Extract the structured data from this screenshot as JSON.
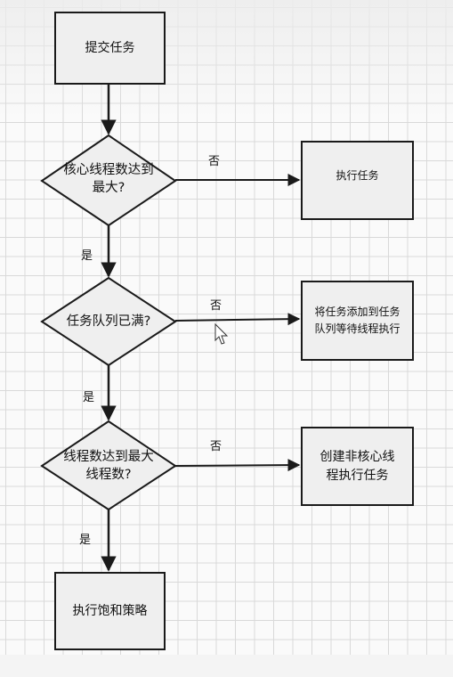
{
  "nodes": {
    "submit": "提交任务",
    "q_core": "核心线程数达到最大?",
    "q_core_line1": "核心线程数达到",
    "q_core_line2": "最大?",
    "run_task": "执行任务",
    "q_queue": "任务队列已满?",
    "enqueue": "将任务添加到任务队列等待线程执行",
    "enqueue_line1": "将任务添加到任务",
    "enqueue_line2": "队列等待线程执行",
    "q_max": "线程数达到最大线程数?",
    "q_max_line1": "线程数达到最大",
    "q_max_line2": "线程数?",
    "create_thread": "创建非核心线程执行任务",
    "create_line1": "创建非核心线",
    "create_line2": "程执行任务",
    "reject": "执行饱和策略"
  },
  "edge_labels": {
    "no_1": "否",
    "no_2": "否",
    "no_3": "否",
    "yes_1": "是",
    "yes_2": "是",
    "yes_3": "是"
  }
}
